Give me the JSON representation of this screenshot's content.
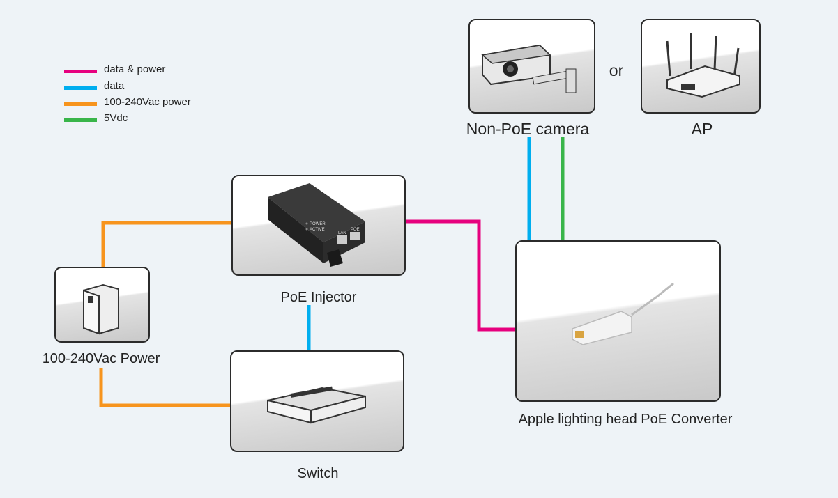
{
  "colors": {
    "data_power": "#e6007e",
    "data": "#00aeef",
    "ac_power": "#f7941d",
    "dc_5v": "#39b54a"
  },
  "legend": [
    {
      "label": "data & power",
      "color": "#e6007e"
    },
    {
      "label": "data",
      "color": "#00aeef"
    },
    {
      "label": "100-240Vac power",
      "color": "#f7941d"
    },
    {
      "label": "5Vdc",
      "color": "#39b54a"
    }
  ],
  "nodes": {
    "camera": {
      "label": "Non-PoE camera",
      "icon": "cctv-camera"
    },
    "or": "or",
    "ap": {
      "label": "AP",
      "icon": "wireless-access-point"
    },
    "injector": {
      "label": "PoE Injector",
      "icon": "poe-injector",
      "port_labels": [
        "LAN",
        "POE"
      ],
      "led_labels": [
        "POWER",
        "ACTIVE"
      ]
    },
    "power": {
      "label": "100-240Vac Power",
      "icon": "power-supply"
    },
    "switch": {
      "label": "Switch",
      "icon": "network-switch"
    },
    "converter": {
      "label": "Apple lighting head PoE Converter",
      "icon": "poe-converter"
    }
  },
  "connections": [
    {
      "from": "power",
      "to": "injector",
      "type": "ac_power"
    },
    {
      "from": "power",
      "to": "switch",
      "type": "ac_power"
    },
    {
      "from": "injector",
      "to": "switch",
      "type": "data"
    },
    {
      "from": "injector",
      "to": "converter",
      "type": "data_power"
    },
    {
      "from": "converter",
      "to": "camera",
      "type": "data"
    },
    {
      "from": "converter",
      "to": "camera",
      "type": "dc_5v"
    }
  ]
}
